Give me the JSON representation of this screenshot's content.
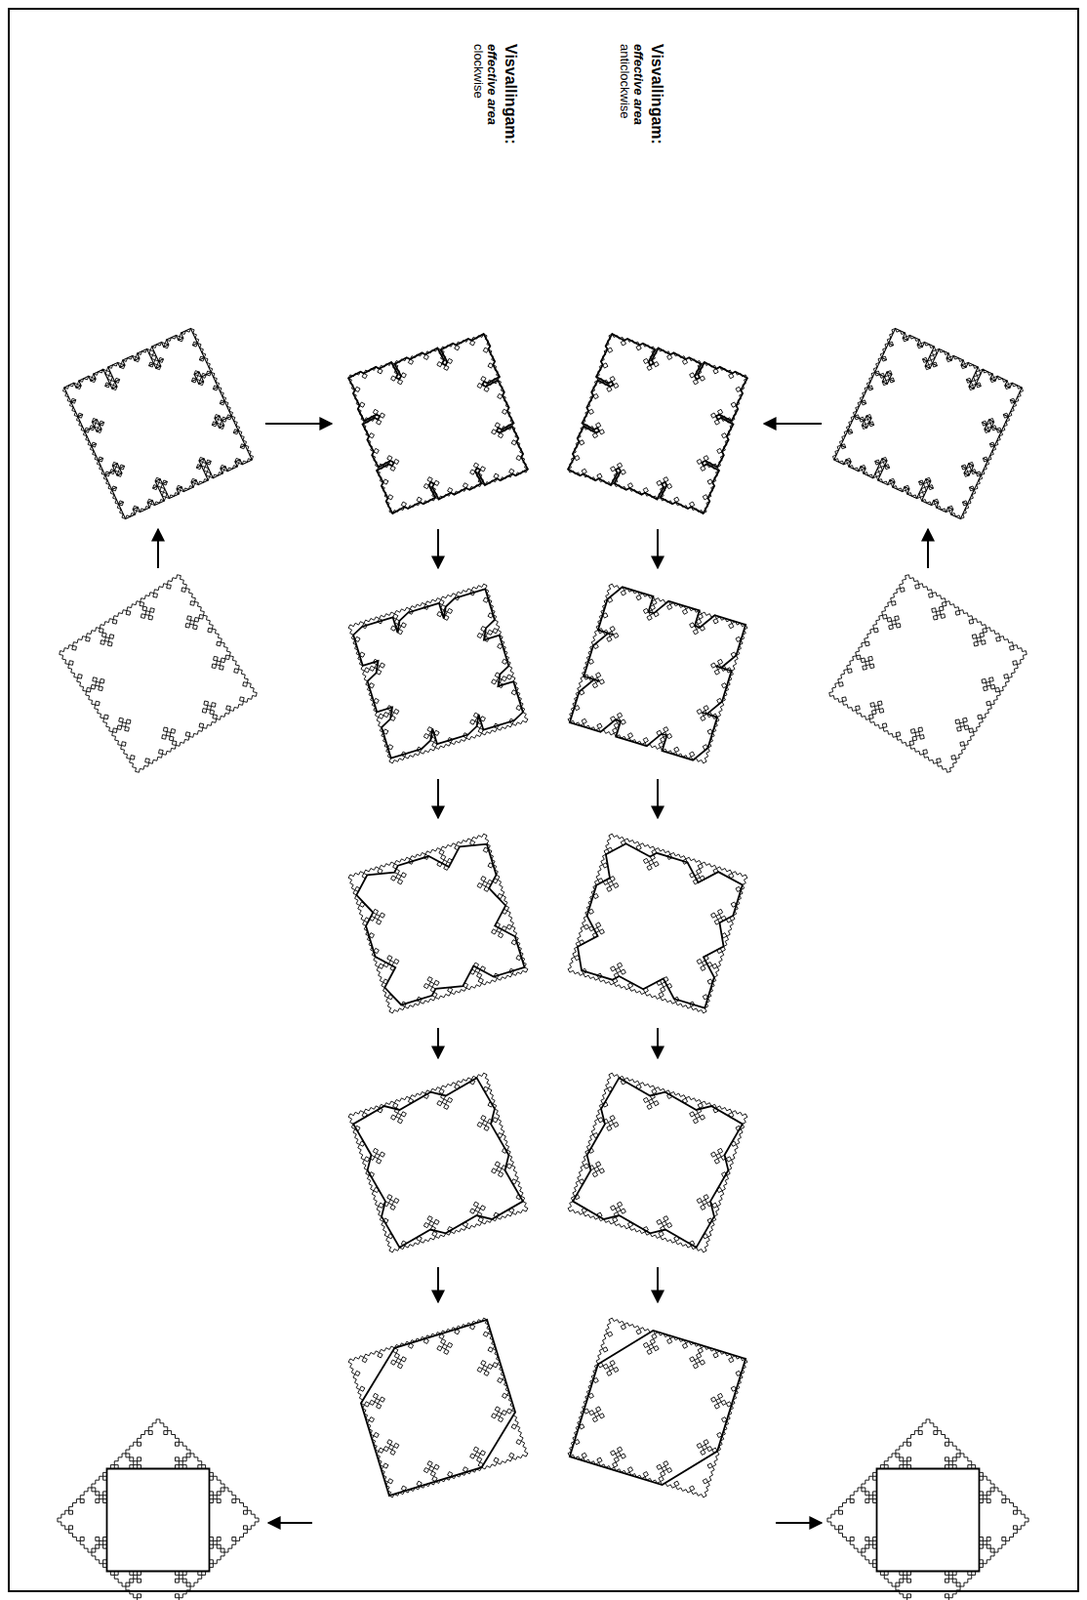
{
  "diagram": {
    "labels": [
      "Visvallingam:",
      "effective area",
      "anticlockwise",
      "Visvallingam:",
      "effective area",
      "clockwise"
    ]
  }
}
